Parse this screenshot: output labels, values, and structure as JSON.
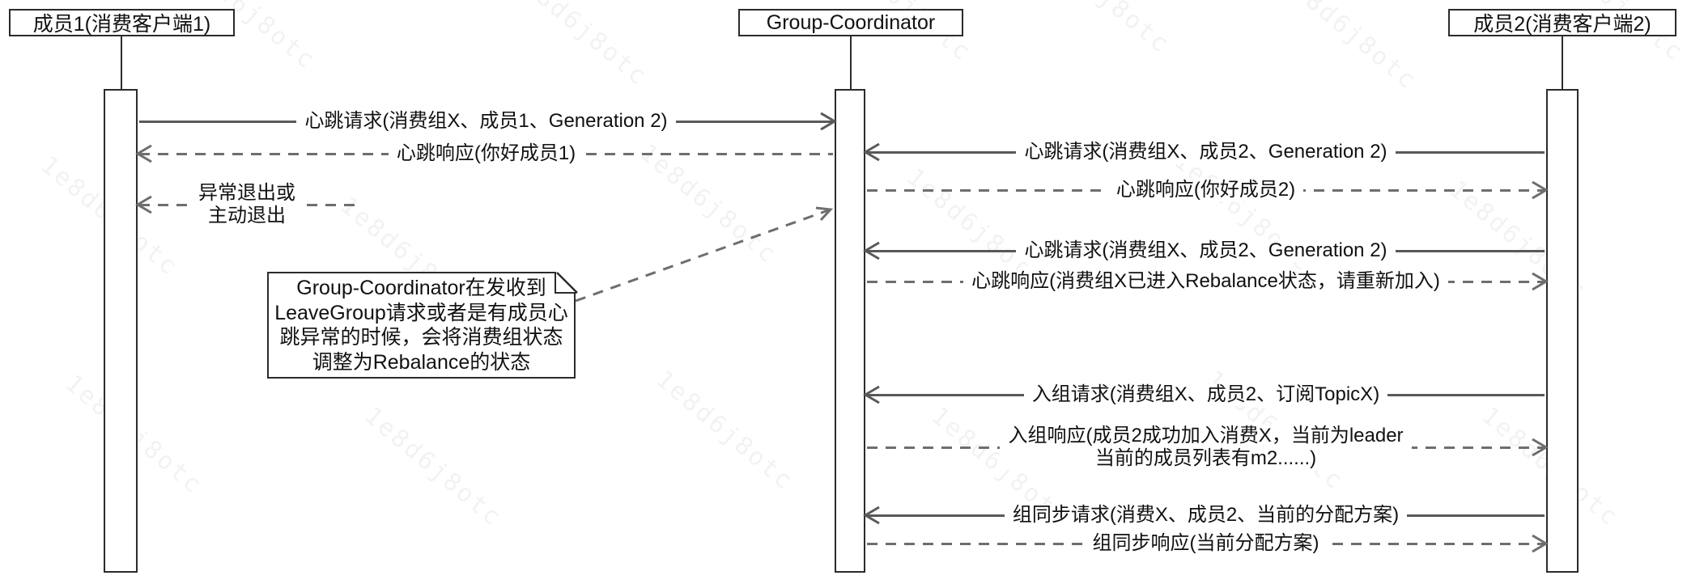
{
  "participants": [
    {
      "id": "member1",
      "label": "成员1(消费客户端1)"
    },
    {
      "id": "coordinator",
      "label": "Group-Coordinator"
    },
    {
      "id": "member2",
      "label": "成员2(消费客户端2)"
    }
  ],
  "messages": [
    {
      "label": "心跳请求(消费组X、成员1、Generation 2)",
      "from": "成员1(消费客户端1)",
      "to": "Group-Coordinator",
      "style": "solid"
    },
    {
      "label": "心跳响应(你好成员1)",
      "from": "Group-Coordinator",
      "to": "成员1(消费客户端1)",
      "style": "dashed"
    },
    {
      "label": "异常退出或\n主动退出",
      "from": "Group-Coordinator",
      "to": "成员1(消费客户端1)",
      "style": "dashed"
    },
    {
      "label": "心跳请求(消费组X、成员2、Generation 2)",
      "from": "成员2(消费客户端2)",
      "to": "Group-Coordinator",
      "style": "solid"
    },
    {
      "label": "心跳响应(你好成员2)",
      "from": "Group-Coordinator",
      "to": "成员2(消费客户端2)",
      "style": "dashed"
    },
    {
      "label": "心跳请求(消费组X、成员2、Generation 2)",
      "from": "成员2(消费客户端2)",
      "to": "Group-Coordinator",
      "style": "solid"
    },
    {
      "label": "心跳响应(消费组X已进入Rebalance状态，请重新加入)",
      "from": "Group-Coordinator",
      "to": "成员2(消费客户端2)",
      "style": "dashed"
    },
    {
      "label": "入组请求(消费组X、成员2、订阅TopicX)",
      "from": "成员2(消费客户端2)",
      "to": "Group-Coordinator",
      "style": "solid"
    },
    {
      "label": "入组响应(成员2成功加入消费X，当前为leader\n当前的成员列表有m2......)",
      "from": "Group-Coordinator",
      "to": "成员2(消费客户端2)",
      "style": "dashed"
    },
    {
      "label": "组同步请求(消费X、成员2、当前的分配方案)",
      "from": "成员2(消费客户端2)",
      "to": "Group-Coordinator",
      "style": "solid"
    },
    {
      "label": "组同步响应(当前分配方案)",
      "from": "Group-Coordinator",
      "to": "成员2(消费客户端2)",
      "style": "dashed"
    }
  ],
  "note": {
    "text": "Group-Coordinator在发收到\nLeaveGroup请求或者是有成员心\n跳异常的时候，会将消费组状态\n调整为Rebalance的状态"
  },
  "watermark": {
    "text": "1e8d6j8otc"
  },
  "colors": {
    "line": "#595959",
    "dline": "#6e6e6e",
    "border": "#2b2b2b",
    "text": "#111111",
    "wm": "rgba(0,0,0,0.05)"
  }
}
